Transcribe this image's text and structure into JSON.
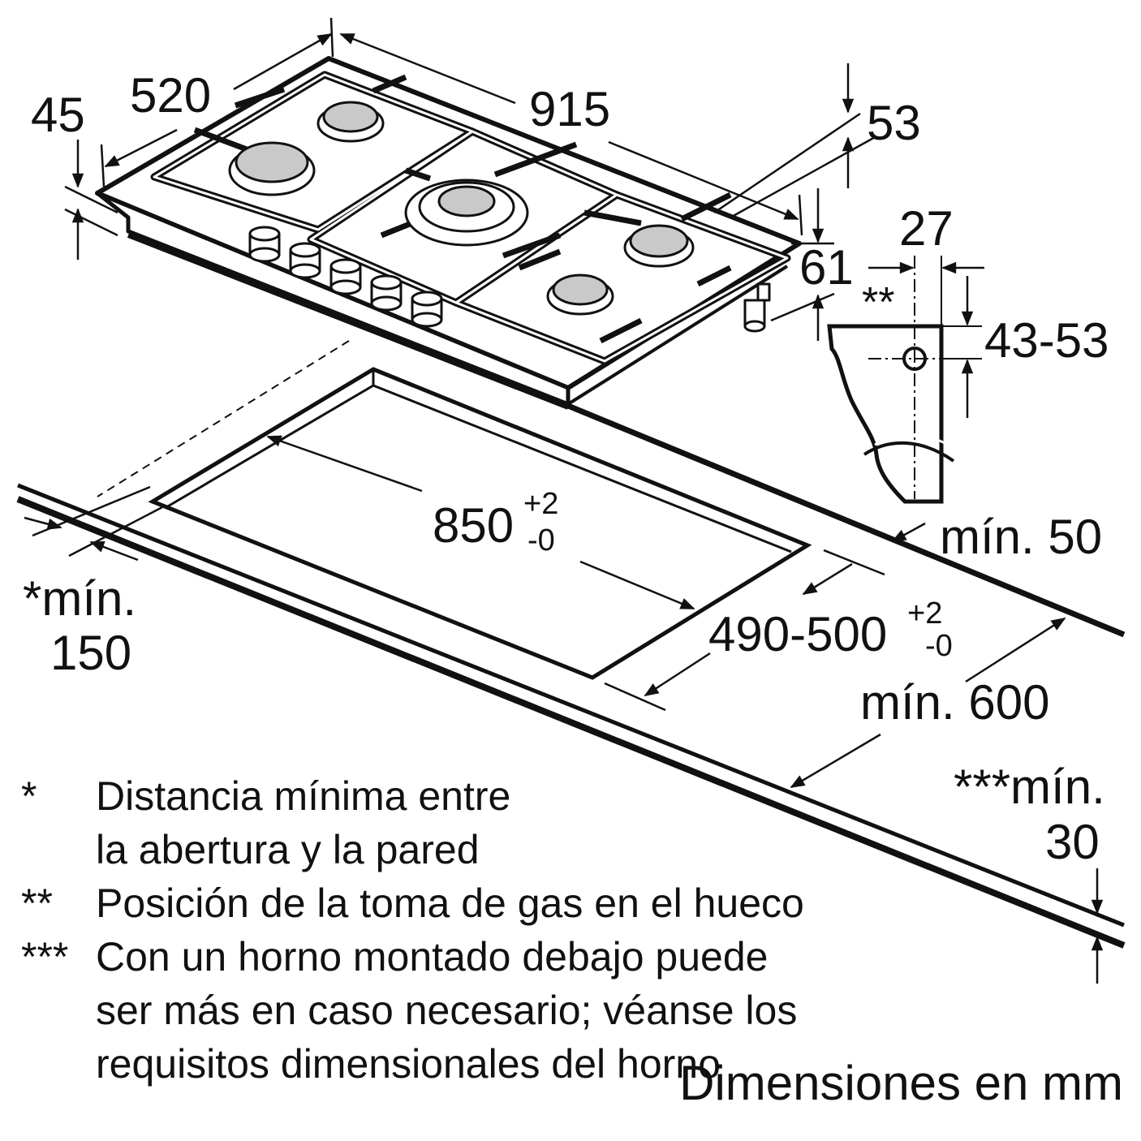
{
  "dimensions": {
    "depth": "520",
    "thickness_front": "45",
    "width": "915",
    "right_height": "53",
    "right_side": "61",
    "gas_offset": "27",
    "gas_marker": "**",
    "gas_height": "43-53",
    "wall_min": "mín. 50",
    "cutout_width_base": "850",
    "cutout_width_tol_plus": "+2",
    "cutout_width_tol_minus": "-0",
    "cutout_depth_base": "490-500",
    "cutout_depth_tol_plus": "+2",
    "cutout_depth_tol_minus": "-0",
    "counter_depth": "mín. 600",
    "wall_distance_line1": "*mín.",
    "wall_distance_line2": "150",
    "oven_gap_line1": "***mín.",
    "oven_gap_line2": "30"
  },
  "notes": [
    {
      "mark": "*",
      "lines": [
        "Distancia mínima entre",
        "la abertura y la pared"
      ]
    },
    {
      "mark": "**",
      "lines": [
        "Posición de la toma de gas en el hueco"
      ]
    },
    {
      "mark": "***",
      "lines": [
        "Con un horno montado debajo puede",
        "ser más en caso necesario; véanse los",
        "requisitos dimensionales del horno"
      ]
    }
  ],
  "units_caption": "Dimensiones en mm"
}
